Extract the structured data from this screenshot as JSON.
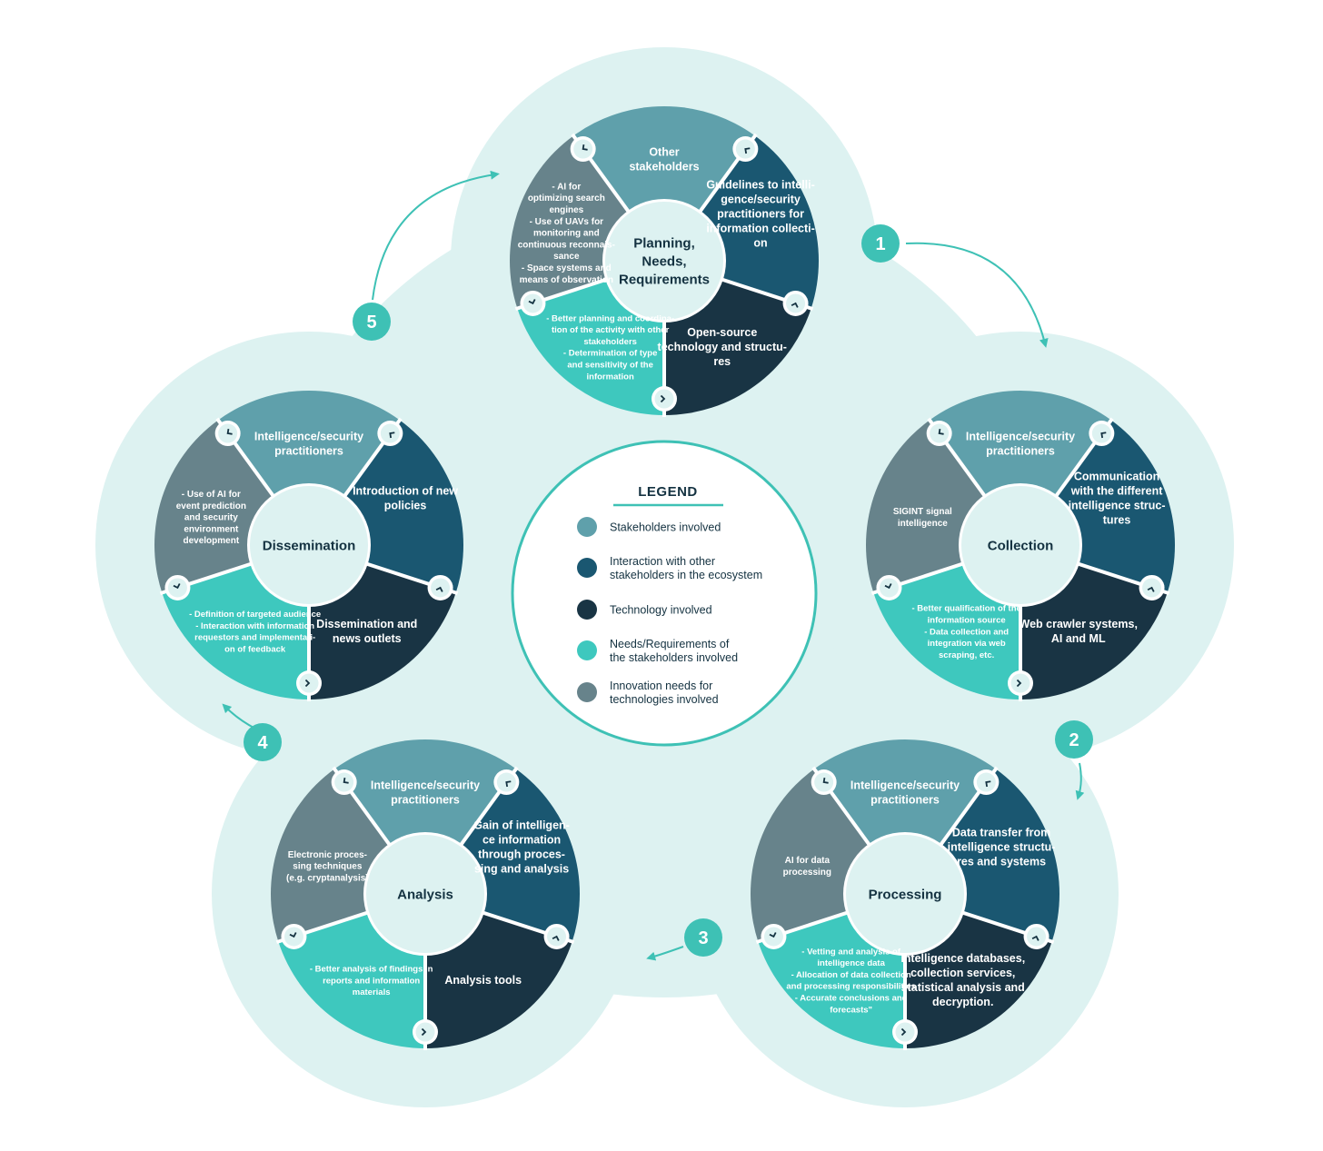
{
  "colors": {
    "background_blob": "#DDF2F1",
    "stakeholders": "#5FA0AB",
    "interaction": "#1A5771",
    "technology": "#193444",
    "needs": "#3EC8BE",
    "innovation": "#67838B",
    "hub": "#DDF2F1",
    "badge": "#3EC1B5",
    "text_dark": "#143241"
  },
  "legend": {
    "title": "LEGEND",
    "items": [
      {
        "color": "#5FA0AB",
        "lines": [
          "Stakeholders involved"
        ]
      },
      {
        "color": "#1A5771",
        "lines": [
          "Interaction with other",
          "stakeholders in the ecosystem"
        ]
      },
      {
        "color": "#193444",
        "lines": [
          "Technology involved"
        ]
      },
      {
        "color": "#3EC8BE",
        "lines": [
          "Needs/Requirements of",
          "the stakeholders involved"
        ]
      },
      {
        "color": "#67838B",
        "lines": [
          "Innovation needs for",
          "technologies involved"
        ]
      }
    ]
  },
  "steps": [
    {
      "number": "1",
      "icon": "arrow-icon"
    },
    {
      "number": "2",
      "icon": "arrow-icon"
    },
    {
      "number": "3",
      "icon": "arrow-icon"
    },
    {
      "number": "4",
      "icon": "arrow-icon"
    },
    {
      "number": "5",
      "icon": "arrow-icon"
    }
  ],
  "cycles": [
    {
      "id": "planning",
      "title": [
        "Planning,",
        "Needs,",
        "Requirements"
      ],
      "segments": {
        "stakeholders": [
          "Other",
          "stakeholders"
        ],
        "interaction": [
          "Guidelines to intelli-",
          "gence/security",
          "practitioners for",
          "information collecti-",
          "on"
        ],
        "technology": [
          "Open-source",
          "technology and structu-",
          "res"
        ],
        "needs": [
          "- Better planning and coordina-",
          "tion of the activity with other",
          "stakeholders",
          "- Determination of type",
          "and sensitivity of the",
          "information"
        ],
        "innovation": [
          "- AI  for",
          "optimizing search",
          "engines",
          "- Use of UAVs for",
          "monitoring and",
          "continuous reconnais-",
          "sance",
          "- Space systems and",
          "means of observation"
        ]
      }
    },
    {
      "id": "collection",
      "title": [
        "Collection"
      ],
      "segments": {
        "stakeholders": [
          "Intelligence/security",
          "practitioners"
        ],
        "interaction": [
          "Communication",
          "with the different",
          "intelligence struc-",
          "tures"
        ],
        "technology": [
          "Web crawler systems,",
          "AI and ML"
        ],
        "needs": [
          "- Better qualification of the",
          "information source",
          "- Data collection and",
          "integration via web",
          "scraping, etc."
        ],
        "innovation": [
          "SIGINT signal",
          "intelligence"
        ]
      }
    },
    {
      "id": "processing",
      "title": [
        "Processing"
      ],
      "segments": {
        "stakeholders": [
          "Intelligence/security",
          "practitioners"
        ],
        "interaction": [
          "Data transfer from",
          "intelligence structu-",
          "res and systems"
        ],
        "technology": [
          "Intelligence databases,",
          "collection services,",
          "statistical analysis and",
          "decryption."
        ],
        "needs": [
          "- Vetting and analysis of",
          "intelligence data",
          "- Allocation of data collection",
          "and processing responsibilities",
          "- Accurate conclusions and",
          "forecasts\""
        ],
        "innovation": [
          "AI for data",
          "processing"
        ]
      }
    },
    {
      "id": "analysis",
      "title": [
        "Analysis"
      ],
      "segments": {
        "stakeholders": [
          "Intelligence/security",
          "practitioners"
        ],
        "interaction": [
          "Gain of intelligen-",
          "ce information",
          "through proces-",
          "sing and analysis"
        ],
        "technology": [
          "Analysis tools"
        ],
        "needs": [
          "- Better analysis of findings in",
          "reports and information",
          "materials"
        ],
        "innovation": [
          "Electronic proces-",
          "sing techniques",
          "(e.g. cryptanalysis)"
        ]
      }
    },
    {
      "id": "dissemination",
      "title": [
        "Dissemination"
      ],
      "segments": {
        "stakeholders": [
          "Intelligence/security",
          "practitioners"
        ],
        "interaction": [
          "Introduction of new",
          "policies"
        ],
        "technology": [
          "Dissemination and",
          "news outlets"
        ],
        "needs": [
          "- Definition of targeted audience",
          "- Interaction with information",
          "requestors and implementati-",
          "on of feedback"
        ],
        "innovation": [
          "- Use of AI for",
          "event prediction",
          "and security",
          "environment",
          "development"
        ]
      }
    }
  ]
}
